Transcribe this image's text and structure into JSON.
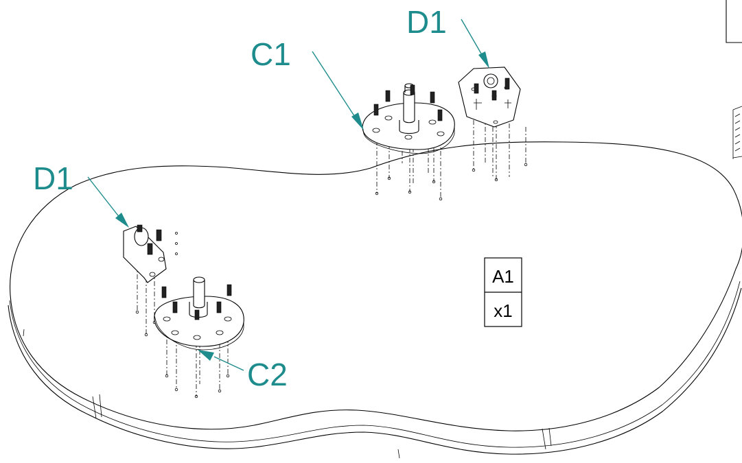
{
  "callouts": {
    "c1": "C1",
    "c2": "C2",
    "d1_top": "D1",
    "d1_left": "D1"
  },
  "part_box": {
    "part": "A1",
    "quantity": "x1"
  },
  "colors": {
    "callout": "#1e8c8c",
    "line": "#000000",
    "background": "#ffffff"
  }
}
